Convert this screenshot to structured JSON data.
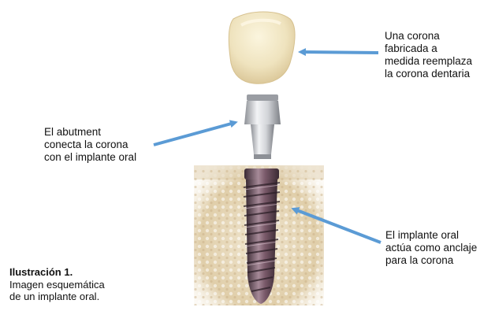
{
  "labels": {
    "crown": [
      "Una corona",
      "fabricada a",
      "medida reemplaza",
      "la corona dentaria"
    ],
    "abutment": [
      "El abutment",
      "conecta la corona",
      "con el implante oral"
    ],
    "implant": [
      "El implante oral",
      "actúa como anclaje",
      "para la corona"
    ]
  },
  "caption": {
    "title": "Ilustración 1.",
    "lines": [
      "Imagen esquemática",
      "de un implante oral."
    ]
  },
  "colors": {
    "arrow": "#5b9bd5",
    "crown": "#efe3be",
    "bone": "#d9c49e",
    "abutment": "#c9ccd1",
    "implant_screw": "#6f4a5a"
  }
}
